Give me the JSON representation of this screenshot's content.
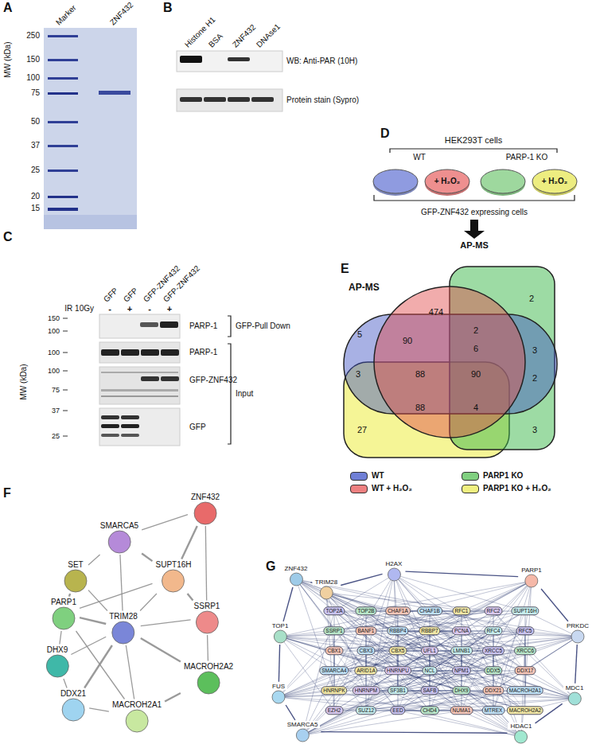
{
  "diagram": {
    "nodes": [
      {
        "text": [
          "+ H₂O₂"
        ]
      },
      {
        "text": [
          "+ H₂O₂"
        ]
      },
      {
        "text": [
          "ZNF432"
        ]
      },
      {
        "text": [
          "SMARCA5"
        ]
      },
      {
        "text": [
          "SET"
        ]
      },
      {
        "text": [
          "SUPT16H"
        ]
      },
      {
        "text": [
          "PARP1"
        ]
      },
      {
        "text": [
          "TRIM28"
        ]
      },
      {
        "text": [
          "SSRP1"
        ]
      },
      {
        "text": [
          "DHX9"
        ]
      },
      {
        "text": [
          "MACROH2A2"
        ]
      },
      {
        "text": [
          "DDX21"
        ]
      },
      {
        "text": [
          "MACROH2A1"
        ]
      },
      {
        "text": [
          "ZNF432"
        ]
      },
      {
        "text": [
          "TRIM28"
        ]
      },
      {
        "text": [
          "H2AX"
        ]
      },
      {
        "text": [
          "PARP1"
        ]
      },
      {
        "text": [
          "TOP1"
        ]
      },
      {
        "text": [
          "PRKDC"
        ]
      },
      {
        "text": [
          "FUS"
        ]
      },
      {
        "text": [
          "MDC1"
        ]
      },
      {
        "text": [
          "SMARCA5"
        ]
      },
      {
        "text": [
          "HDAC1"
        ]
      }
    ],
    "edges": [
      {
        "from": 2,
        "to": 5,
        "arrow": "none"
      },
      {
        "from": 2,
        "to": 8,
        "arrow": "none"
      },
      {
        "from": 2,
        "to": 3,
        "arrow": "none"
      },
      {
        "from": 3,
        "to": 5,
        "arrow": "none"
      },
      {
        "from": 3,
        "to": 7,
        "arrow": "none"
      },
      {
        "from": 3,
        "to": 4,
        "arrow": "none"
      },
      {
        "from": 5,
        "to": 8,
        "arrow": "none"
      },
      {
        "from": 5,
        "to": 7,
        "arrow": "none"
      },
      {
        "from": 5,
        "to": 6,
        "arrow": "none"
      },
      {
        "from": 6,
        "to": 7,
        "arrow": "none"
      },
      {
        "from": 6,
        "to": 9,
        "arrow": "none"
      },
      {
        "from": 7,
        "to": 9,
        "arrow": "none"
      },
      {
        "from": 7,
        "to": 11,
        "arrow": "none"
      },
      {
        "from": 7,
        "to": 12,
        "arrow": "none"
      },
      {
        "from": 7,
        "to": 8,
        "arrow": "none"
      },
      {
        "from": 7,
        "to": 10,
        "arrow": "none"
      },
      {
        "from": 9,
        "to": 11,
        "arrow": "none"
      },
      {
        "from": 11,
        "to": 12,
        "arrow": "none"
      },
      {
        "from": 12,
        "to": 10,
        "arrow": "none"
      },
      {
        "from": 8,
        "to": 10,
        "arrow": "none"
      },
      {
        "from": 4,
        "to": 7,
        "arrow": "none"
      },
      {
        "from": 4,
        "to": 6,
        "arrow": "none"
      },
      {
        "from": 6,
        "to": 12,
        "arrow": "none"
      },
      {
        "from": 13,
        "to": 14,
        "arrow": "none"
      },
      {
        "from": 14,
        "to": 15,
        "arrow": "none"
      },
      {
        "from": 15,
        "to": 16,
        "arrow": "none"
      },
      {
        "from": 16,
        "to": 18,
        "arrow": "none"
      },
      {
        "from": 18,
        "to": 20,
        "arrow": "none"
      },
      {
        "from": 20,
        "to": 22,
        "arrow": "none"
      },
      {
        "from": 22,
        "to": 21,
        "arrow": "none"
      },
      {
        "from": 21,
        "to": 19,
        "arrow": "none"
      },
      {
        "from": 19,
        "to": 17,
        "arrow": "none"
      },
      {
        "from": 17,
        "to": 13,
        "arrow": "none"
      }
    ],
    "labels": [
      "A",
      "MW (kDa)",
      "Marker",
      "ZNF432",
      "250",
      "150",
      "100",
      "75",
      "50",
      "37",
      "25",
      "20",
      "15",
      "B",
      "Histone H1",
      "BSA",
      "ZNF432",
      "DNAse1",
      "WB: Anti-PAR (10H)",
      "Protein stain (Sypro)",
      "C",
      "GFP",
      "GFP",
      "GFP-ZNF432",
      "GFP-ZNF432",
      "IR 10Gy",
      "-",
      "+",
      "-",
      "+",
      "PARP-1",
      "GFP-Pull Down",
      "PARP-1",
      "GFP-ZNF432",
      "GFP",
      "Input",
      "MW (kDa)",
      "150",
      "100",
      "100",
      "100",
      "75",
      "37",
      "25",
      "D",
      "HEK293T cells",
      "WT",
      "PARP-1 KO",
      "GFP-ZNF432 expressing cells",
      "AP-MS",
      "E",
      "AP-MS",
      "2",
      "5",
      "474",
      "2",
      "90",
      "6",
      "3",
      "3",
      "88",
      "90",
      "2",
      "27",
      "88",
      "4",
      "3",
      "F",
      "G",
      "TOP2A",
      "TOP2B",
      "CHAF1A",
      "CHAF1B",
      "RFC1",
      "RFC2",
      "SUPT16H",
      "SSRP1",
      "BANF1",
      "RBBP4",
      "RBBP7",
      "PCNA",
      "RFC4",
      "RFC5",
      "CBX1",
      "CBX3",
      "CBX5",
      "UFL1",
      "LMNB1",
      "XRCC5",
      "XRCC6",
      "SMARCA4",
      "ARID1A",
      "HNRNPU",
      "NCL",
      "NPM1",
      "DDX5",
      "DDX17",
      "HNRNPK",
      "HNRNPM",
      "SF3B1",
      "SAFB",
      "DHX9",
      "DDX21",
      "MACROH2A1",
      "EZH2",
      "SUZ12",
      "EED",
      "CHD4",
      "NUMA1",
      "MTREX",
      "MACROH2A2"
    ],
    "legend": [
      {
        "text": "WT",
        "color": "#6f7fd6"
      },
      {
        "text": "PARP1 KO",
        "color": "#80d080"
      },
      {
        "text": "WT + H₂O₂",
        "color": "#ee8080"
      },
      {
        "text": "PARP1 KO + H₂O₂",
        "color": "#f0f080"
      }
    ]
  }
}
